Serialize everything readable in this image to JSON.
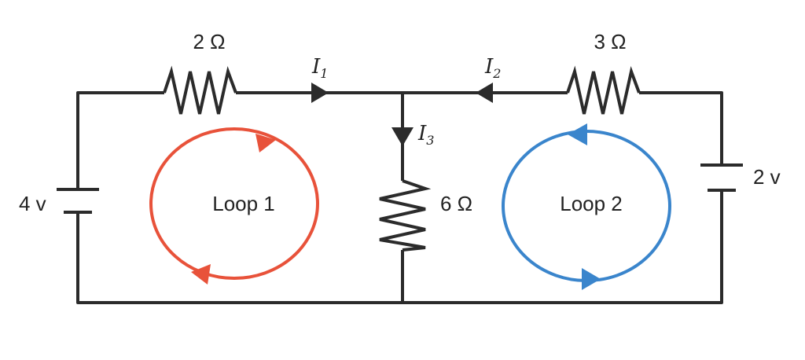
{
  "resistors": {
    "r1": "2 Ω",
    "r2": "3 Ω",
    "r3": "6 Ω"
  },
  "sources": {
    "left": "4 v",
    "right": "2 v"
  },
  "currents": {
    "i1": {
      "symbol": "I",
      "sub": "1"
    },
    "i2": {
      "symbol": "I",
      "sub": "2"
    },
    "i3": {
      "symbol": "I",
      "sub": "3"
    }
  },
  "loops": {
    "loop1": {
      "label": "Loop 1",
      "color": "#e8523a"
    },
    "loop2": {
      "label": "Loop 2",
      "color": "#3a85cc"
    }
  },
  "colors": {
    "wire": "#2b2b2b"
  }
}
